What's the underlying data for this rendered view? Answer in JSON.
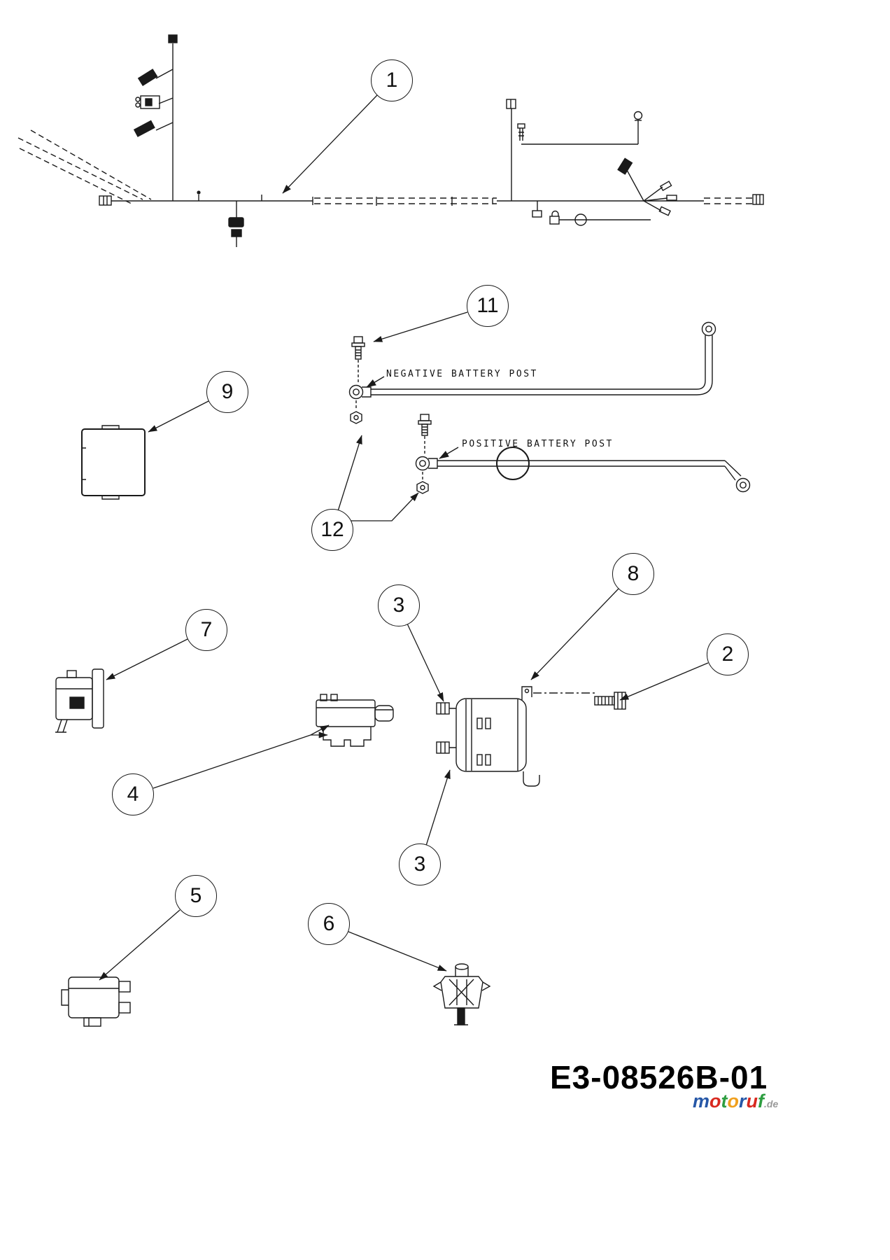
{
  "diagram": {
    "line_color": "#1a1a1a",
    "callouts": [
      {
        "label": "1"
      },
      {
        "label": "11"
      },
      {
        "label": "9"
      },
      {
        "label": "12"
      },
      {
        "label": "8"
      },
      {
        "label": "2"
      },
      {
        "label": "3"
      },
      {
        "label": "3"
      },
      {
        "label": "7"
      },
      {
        "label": "4"
      },
      {
        "label": "5"
      },
      {
        "label": "6"
      }
    ],
    "labels": {
      "negative_battery_post": "NEGATIVE BATTERY POST",
      "positive_battery_post": "POSITIVE BATTERY POST"
    }
  },
  "footer": {
    "part_number": "E3-08526B-01",
    "watermark": {
      "letters": [
        {
          "char": "m",
          "color": "#2657a7"
        },
        {
          "char": "o",
          "color": "#d8291f"
        },
        {
          "char": "t",
          "color": "#2e9e41"
        },
        {
          "char": "o",
          "color": "#f0a01e"
        },
        {
          "char": "r",
          "color": "#2657a7"
        },
        {
          "char": "u",
          "color": "#d8291f"
        },
        {
          "char": "f",
          "color": "#2e9e41"
        }
      ],
      "suffix": {
        "text": ".de",
        "color": "#9a9a9a"
      }
    }
  }
}
